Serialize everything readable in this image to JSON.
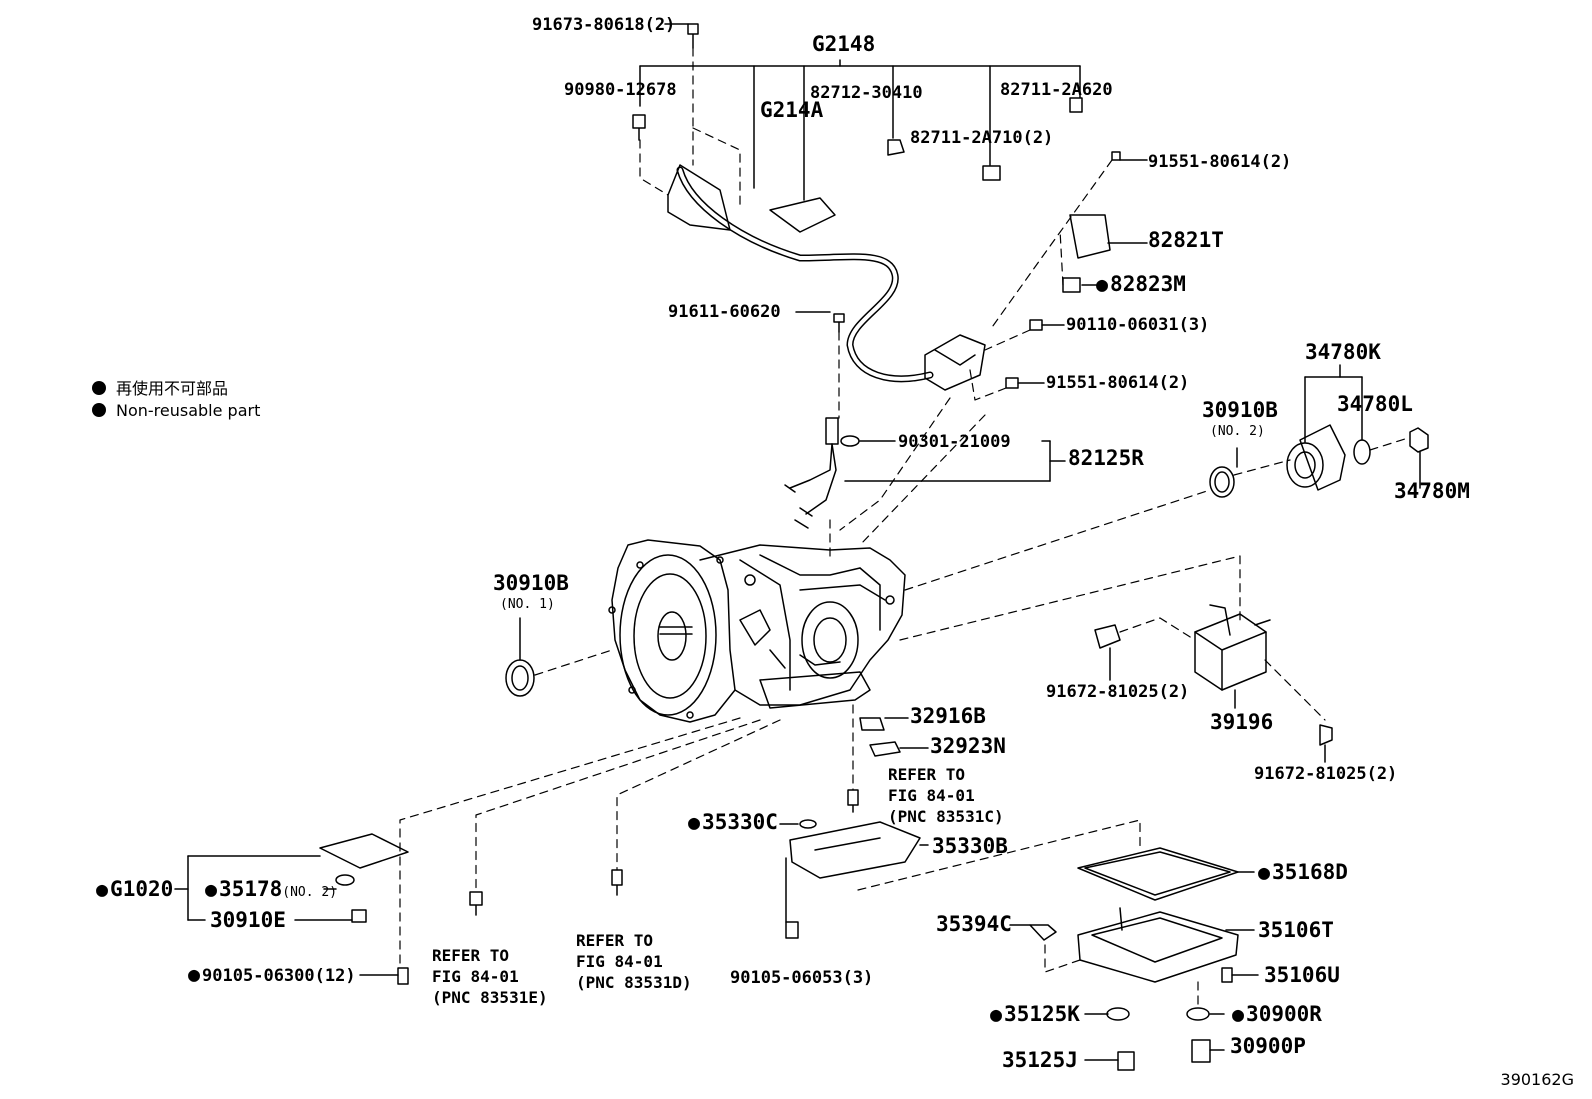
{
  "figure_code": "390162G",
  "legend": {
    "symbol": "●",
    "line_jp": "再使用不可部品",
    "line_en": "Non-reusable part"
  },
  "labels": {
    "p_91673_80618": "91673-80618(2)",
    "p_G2148": "G2148",
    "p_90980_12678": "90980-12678",
    "p_82712_30410": "82712-30410",
    "p_82711_2A620": "82711-2A620",
    "p_G214A": "G214A",
    "p_82711_2A710": "82711-2A710(2)",
    "p_91551_80614_a": "91551-80614(2)",
    "p_82821T": "82821T",
    "p_82823M": "82823M",
    "p_91611_60620": "91611-60620",
    "p_90110_06031": "90110-06031(3)",
    "p_91551_80614_b": "91551-80614(2)",
    "p_34780K": "34780K",
    "p_30910B_2": "30910B",
    "p_30910B_2_sub": "(NO. 2)",
    "p_34780L": "34780L",
    "p_90301_21009": "90301-21009",
    "p_82125R": "82125R",
    "p_34780M": "34780M",
    "p_30910B_1": "30910B",
    "p_30910B_1_sub": "(NO. 1)",
    "p_91672_81025_a": "91672-81025(2)",
    "p_39196": "39196",
    "p_91672_81025_b": "91672-81025(2)",
    "p_32916B": "32916B",
    "p_32923N": "32923N",
    "ref_a_1": "REFER TO",
    "ref_a_2": "FIG 84-01",
    "ref_a_3": "(PNC 83531C)",
    "p_35330C": "35330C",
    "p_35330B": "35330B",
    "p_G1020": "G1020",
    "p_35178": "35178",
    "p_35178_sub": "(NO. 2)",
    "p_30910E": "30910E",
    "p_35168D": "35168D",
    "p_35394C": "35394C",
    "p_35106T": "35106T",
    "p_90105_06300": "90105-06300(12)",
    "ref_b_1": "REFER TO",
    "ref_b_2": "FIG 84-01",
    "ref_b_3": "(PNC 83531E)",
    "ref_c_1": "REFER TO",
    "ref_c_2": "FIG 84-01",
    "ref_c_3": "(PNC 83531D)",
    "p_90105_06053": "90105-06053(3)",
    "p_35106U": "35106U",
    "p_35125K": "35125K",
    "p_30900R": "30900R",
    "p_35125J": "35125J",
    "p_30900P": "30900P"
  }
}
